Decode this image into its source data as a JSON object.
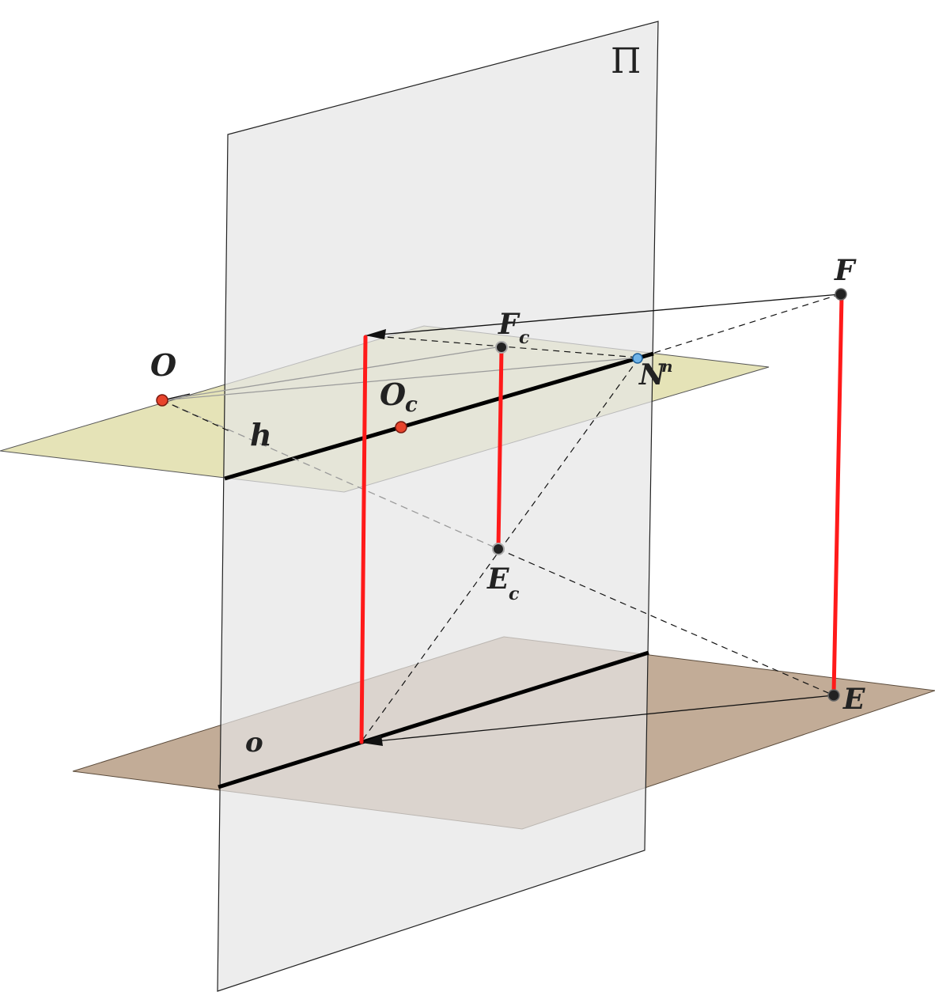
{
  "labels": {
    "plane_pi": "Π",
    "point_F": "F",
    "point_Fc": "F",
    "point_Fc_sub": "c",
    "point_O": "O",
    "point_Oc": "O",
    "point_Oc_sub": "c",
    "point_N": "N",
    "point_N_sup": "n",
    "point_Ec": "E",
    "point_Ec_sub": "c",
    "point_E": "E",
    "line_h": "h",
    "line_o": "o"
  },
  "colors": {
    "picture_plane": "#e6e6e6",
    "horizon_plane": "#e4e2b3",
    "ground_plane": "#bfa891",
    "red_segment": "#ff1a1a",
    "line": "#111111",
    "point_red": "#e8442c",
    "point_black": "#222222",
    "point_blue": "#6fb3e8"
  }
}
